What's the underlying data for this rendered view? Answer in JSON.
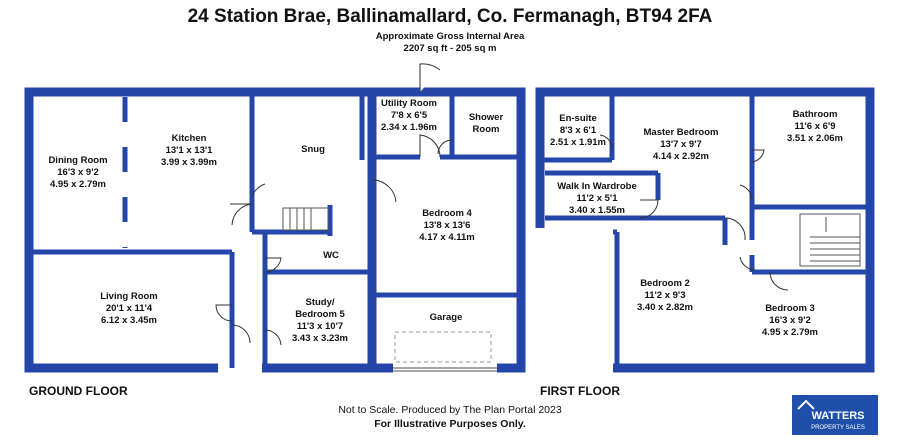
{
  "header": {
    "title": "24 Station Brae, Ballinamallard, Co. Fermanagh, BT94 2FA",
    "area_label": "Approximate Gross Internal Area",
    "area_value": "2207 sq ft - 205 sq m"
  },
  "ground_floor": {
    "label": "GROUND FLOOR",
    "rooms": {
      "dining": {
        "name": "Dining Room",
        "imperial": "16'3 x 9'2",
        "metric": "4.95 x 2.79m"
      },
      "kitchen": {
        "name": "Kitchen",
        "imperial": "13'1 x 13'1",
        "metric": "3.99 x 3.99m"
      },
      "snug": {
        "name": "Snug"
      },
      "utility": {
        "name": "Utility Room",
        "imperial": "7'8 x 6'5",
        "metric": "2.34 x 1.96m"
      },
      "shower": {
        "name_1": "Shower",
        "name_2": "Room"
      },
      "bedroom4": {
        "name": "Bedroom 4",
        "imperial": "13'8 x 13'6",
        "metric": "4.17 x 4.11m"
      },
      "wc": {
        "name": "WC"
      },
      "living": {
        "name": "Living Room",
        "imperial": "20'1 x 11'4",
        "metric": "6.12 x 3.45m"
      },
      "study": {
        "name_1": "Study/",
        "name_2": "Bedroom 5",
        "imperial": "11'3 x 10'7",
        "metric": "3.43 x 3.23m"
      },
      "garage": {
        "name": "Garage"
      }
    }
  },
  "first_floor": {
    "label": "FIRST FLOOR",
    "rooms": {
      "ensuite": {
        "name": "En-suite",
        "imperial": "8'3 x 6'1",
        "metric": "2.51 x 1.91m"
      },
      "master": {
        "name": "Master Bedroom",
        "imperial": "13'7 x 9'7",
        "metric": "4.14 x 2.92m"
      },
      "bathroom": {
        "name": "Bathroom",
        "imperial": "11'6 x 6'9",
        "metric": "3.51 x 2.06m"
      },
      "wardrobe": {
        "name": "Walk In Wardrobe",
        "imperial": "11'2 x 5'1",
        "metric": "3.40 x 1.55m"
      },
      "bedroom2": {
        "name": "Bedroom 2",
        "imperial": "11'2 x 9'3",
        "metric": "3.40 x 2.82m"
      },
      "bedroom3": {
        "name": "Bedroom 3",
        "imperial": "16'3 x 9'2",
        "metric": "4.95 x 2.79m"
      }
    }
  },
  "footer": {
    "line1": "Not to Scale. Produced by The Plan Portal 2023",
    "line2": "For Illustrative Purposes Only."
  },
  "logo": {
    "name": "WATTERS",
    "tagline": "PROPERTY SALES"
  },
  "colors": {
    "wall": "#2346a8",
    "text": "#111111",
    "logo_bg": "#1f4fa8"
  }
}
